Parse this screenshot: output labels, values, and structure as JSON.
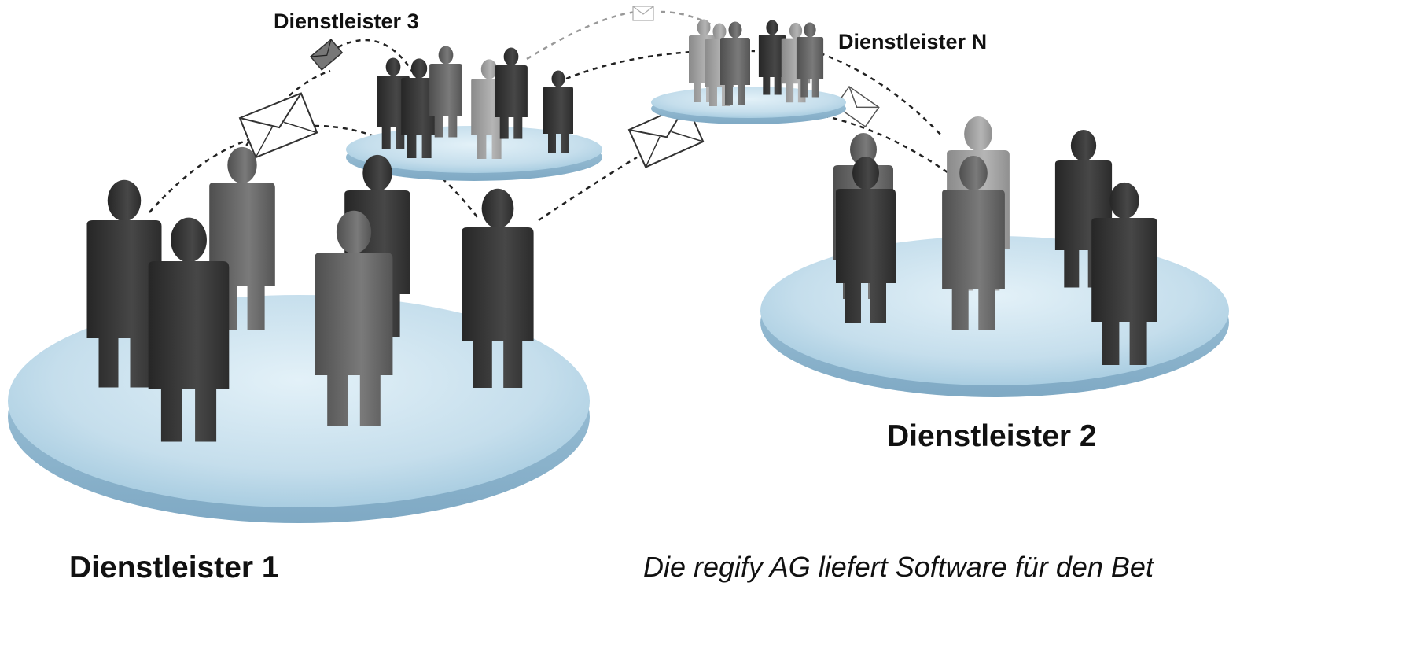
{
  "groups": {
    "d1": {
      "label": "Dienstleister 1"
    },
    "d2": {
      "label": "Dienstleister 2"
    },
    "d3": {
      "label": "Dienstleister 3"
    },
    "dn": {
      "label": "Dienstleister N"
    }
  },
  "caption": "Die regify AG liefert Software für den Bet",
  "colors": {
    "platform_top": "#c7e0ee",
    "platform_edge": "#9cc3da",
    "figure_dark": "#3a3a3a",
    "figure_mid": "#6a6a6a",
    "figure_light": "#9a9a9a",
    "link_line": "#222222"
  }
}
